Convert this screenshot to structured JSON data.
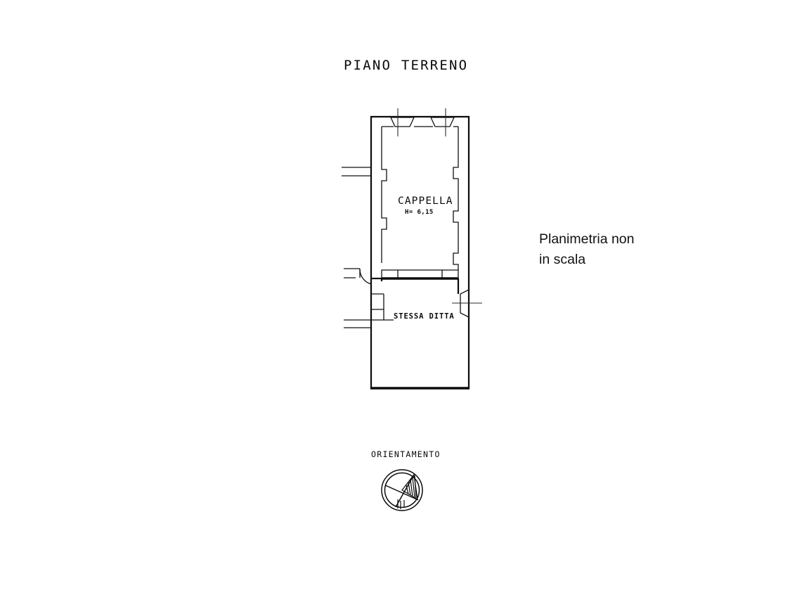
{
  "document": {
    "title": "PIANO TERRENO",
    "background_color": "#ffffff",
    "ink_color": "#0b0b0b"
  },
  "plan": {
    "rooms": [
      {
        "name": "CAPPELLA",
        "height_label": "H= 6,15"
      }
    ],
    "annotations": [
      {
        "label": "STESSA DITTA"
      }
    ]
  },
  "orientation": {
    "label": "ORIENTAMENTO",
    "symbol": "compass-rose"
  },
  "note": {
    "text": "Planimetria non\nin scala"
  }
}
